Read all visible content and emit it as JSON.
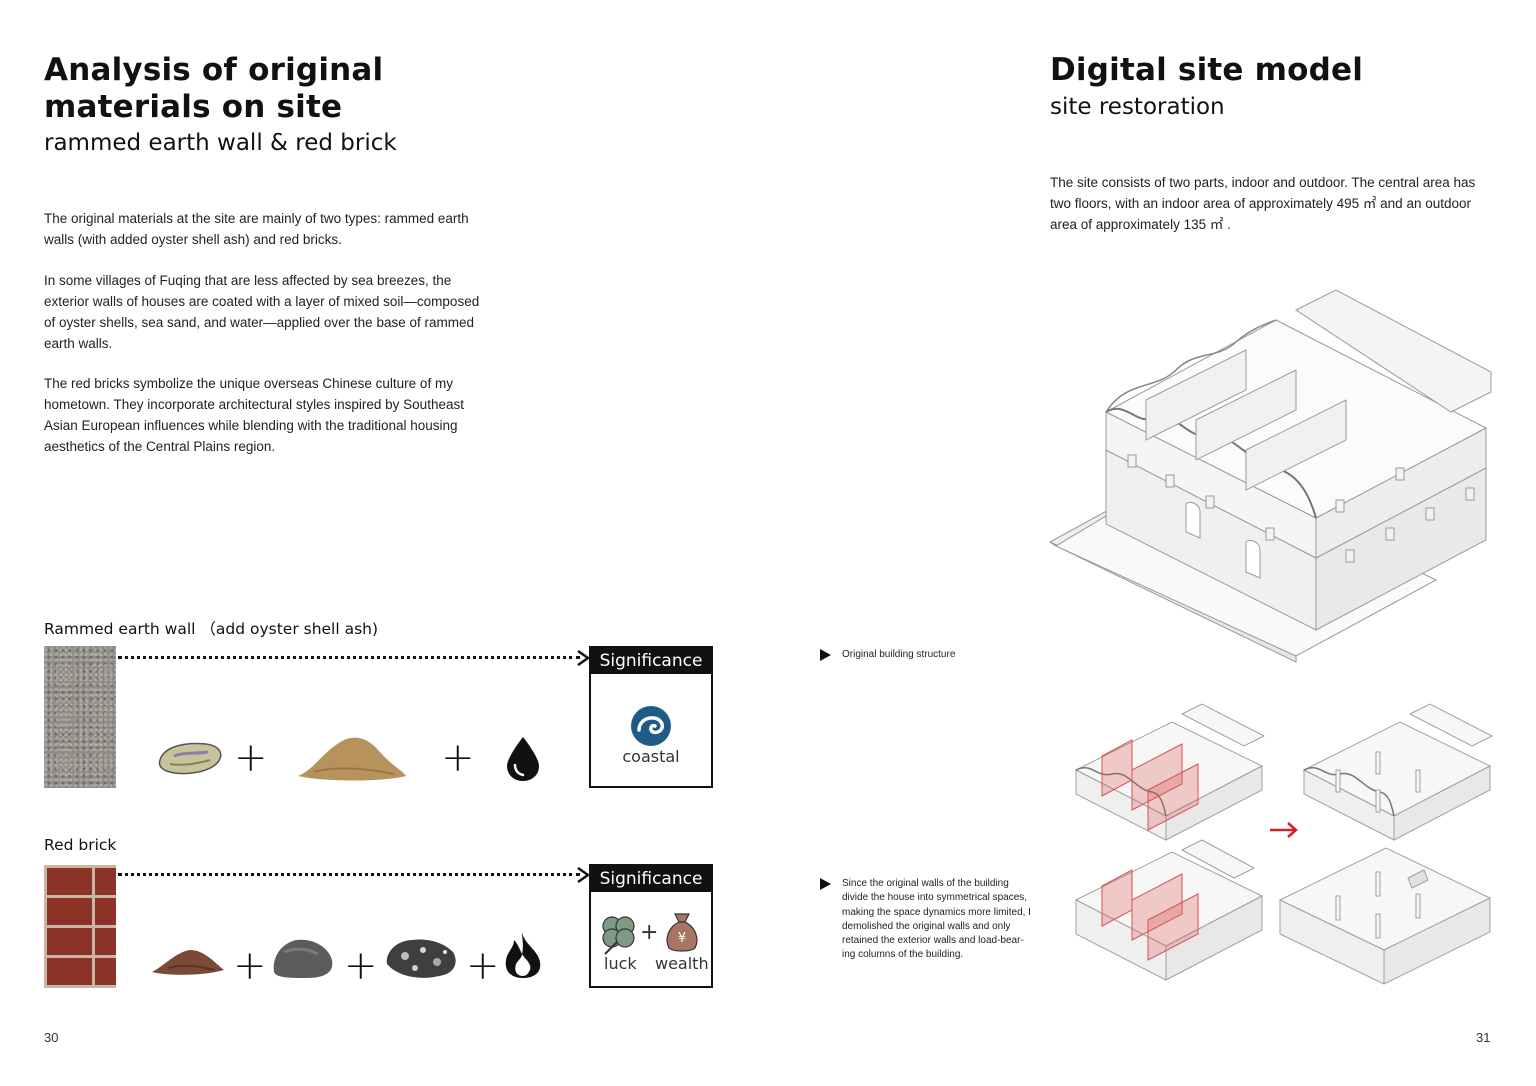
{
  "left": {
    "title_line1": "Analysis of original",
    "title_line2": "materials on site",
    "subtitle": "rammed earth wall & red brick",
    "para1": "The original materials at the site are mainly of two types: rammed earth walls (with added oyster shell ash) and red bricks.",
    "para2": "In some villages of Fuqing that are less affected by sea breezes, the exterior walls of houses are coated with a layer of mixed soil—composed of oyster shells, sea sand, and water—applied over the base of rammed earth walls.",
    "para3": "The red bricks symbolize the unique overseas Chinese culture of my hometown. They incorporate architectural styles inspired by Southeast Asian European influences while blending with the traditional housing aesthetics of the Central Plains region.",
    "material1": {
      "label": "Rammed earth wall （add oyster shell ash)",
      "plus1": "+",
      "plus2": "+",
      "sig_title": "Significance",
      "sig_word": "coastal",
      "icons": [
        "oyster-shell-icon",
        "sand-pile-icon",
        "water-drop-icon",
        "wave-icon"
      ]
    },
    "material2": {
      "label": "Red brick",
      "plus1": "+",
      "plus2": "+",
      "plus3": "+",
      "sig_title": "Significance",
      "sig_plus": "+",
      "sig_word1": "luck",
      "sig_word2": "wealth",
      "money_symbol": "¥",
      "icons": [
        "clay-pile-icon",
        "rock-icon",
        "ore-icon",
        "fire-icon",
        "clover-icon",
        "money-bag-icon"
      ]
    },
    "page_number": "30"
  },
  "right": {
    "title": "Digital site model",
    "subtitle": "site restoration",
    "para": "The site consists of two parts, indoor and outdoor. The central area has two floors, with an indoor area of approximately 495 ㎡ and an outdoor area of approximately 135 ㎡ .",
    "note1": "Original building structure",
    "note2": "Since the original walls of the building divide the house into symmetrical spaces, making the space dynamics more limited, I demolished the original walls and only retained the exterior walls and load-bear-ing columns of the building.",
    "page_number": "31",
    "colors": {
      "highlight": "#d9534f",
      "arrow": "#d0202a"
    }
  }
}
